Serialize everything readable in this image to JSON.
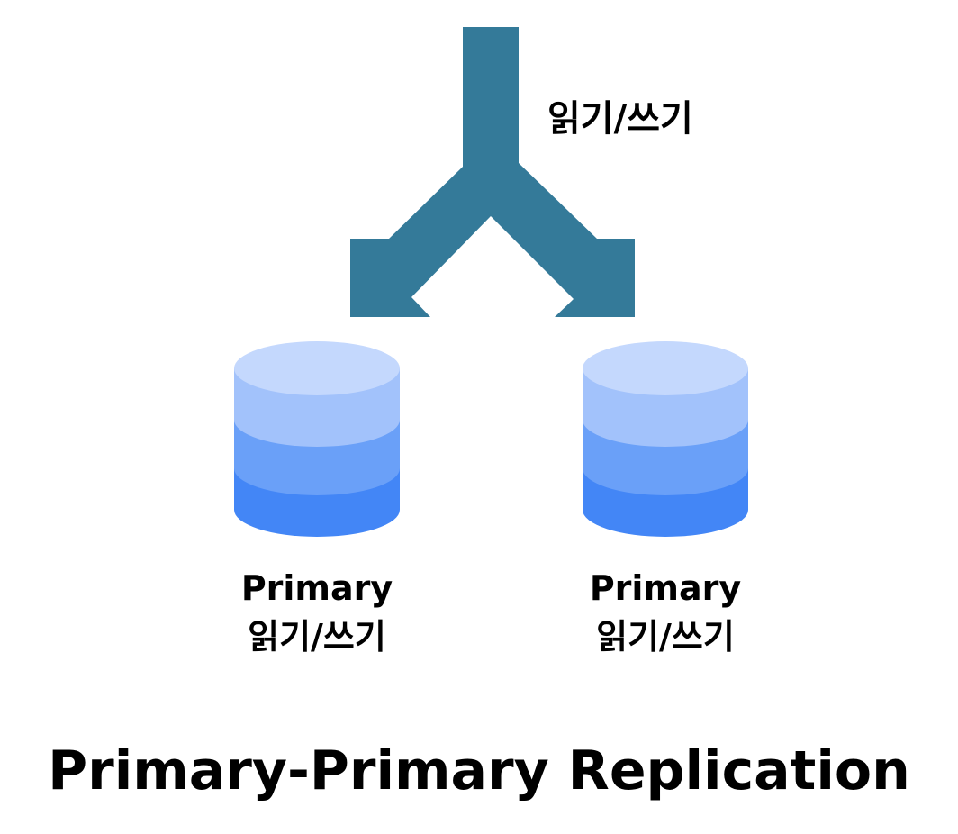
{
  "diagram": {
    "arrow_label": "읽기/쓰기",
    "title": "Primary-Primary Replication",
    "databases": [
      {
        "role": "Primary",
        "access": "읽기/쓰기"
      },
      {
        "role": "Primary",
        "access": "읽기/쓰기"
      }
    ],
    "colors": {
      "arrow": "#347a99",
      "db_top": "#c4d8fd",
      "db_layer_1": "#a2c2fb",
      "db_layer_2": "#6aa0f8",
      "db_layer_3": "#4386f6",
      "text": "#000000"
    }
  }
}
